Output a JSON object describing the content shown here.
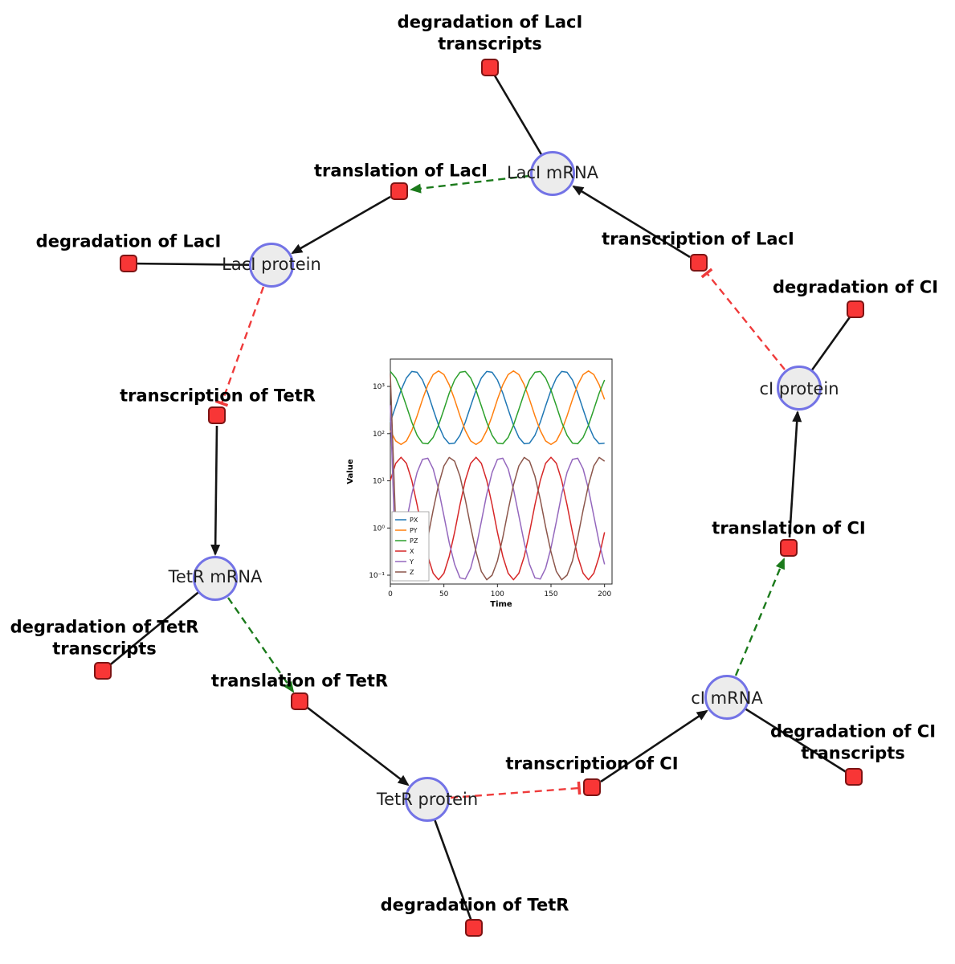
{
  "diagram": {
    "species": [
      {
        "id": "laci-mrna",
        "label": "LacI mRNA"
      },
      {
        "id": "laci-protein",
        "label": "LacI protein"
      },
      {
        "id": "tetr-mrna",
        "label": "TetR mRNA"
      },
      {
        "id": "tetr-protein",
        "label": "TetR protein"
      },
      {
        "id": "ci-mrna",
        "label": "cI mRNA"
      },
      {
        "id": "ci-protein",
        "label": "cI protein"
      }
    ],
    "reactions": [
      {
        "id": "deg-laci-transcripts",
        "label": "degradation of LacI transcripts"
      },
      {
        "id": "translation-laci",
        "label": "translation of LacI"
      },
      {
        "id": "transcription-laci",
        "label": "transcription of LacI"
      },
      {
        "id": "deg-laci",
        "label": "degradation of LacI"
      },
      {
        "id": "transcription-tetr",
        "label": "transcription of TetR"
      },
      {
        "id": "deg-ci",
        "label": "degradation of CI"
      },
      {
        "id": "translation-ci",
        "label": "translation of CI"
      },
      {
        "id": "deg-tetr-transcripts",
        "label": "degradation of TetR transcripts"
      },
      {
        "id": "translation-tetr",
        "label": "translation of TetR"
      },
      {
        "id": "transcription-ci",
        "label": "transcription of CI"
      },
      {
        "id": "deg-ci-transcripts",
        "label": "degradation of CI transcripts"
      },
      {
        "id": "deg-tetr",
        "label": "degradation of TetR"
      }
    ],
    "edge_colors": {
      "production": "#141414",
      "modifier": "#1b7a1b",
      "inhibition": "#ef3b3b"
    },
    "node_colors": {
      "species_fill": "#ececec",
      "species_border": "#7373e6",
      "reaction_fill": "#f83636",
      "reaction_border": "#7d1414"
    }
  },
  "chart_data": {
    "type": "line",
    "title": "",
    "xlabel": "Time",
    "ylabel": "Value",
    "x_scale": "linear",
    "y_scale": "log",
    "xlim": [
      0,
      207
    ],
    "ylim": [
      0.065,
      3800
    ],
    "xticks": [
      0,
      50,
      100,
      150,
      200
    ],
    "yticks": [
      0.1,
      1,
      10,
      100,
      1000
    ],
    "ytick_labels": [
      "10⁻¹",
      "10⁰",
      "10¹",
      "10²",
      "10³"
    ],
    "legend_position": "lower left",
    "grid": false,
    "t": [
      0,
      5,
      10,
      15,
      20,
      25,
      30,
      35,
      40,
      45,
      50,
      55,
      60,
      65,
      70,
      75,
      80,
      85,
      90,
      95,
      100,
      105,
      110,
      115,
      120,
      125,
      130,
      135,
      140,
      145,
      150,
      155,
      160,
      165,
      170,
      175,
      180,
      185,
      190,
      195,
      200
    ],
    "series": [
      {
        "name": "PX",
        "color": "#1f77b4",
        "values": [
          175,
          385,
          832,
          1513,
          2075,
          2000,
          1372,
          720,
          327,
          151,
          83,
          61,
          63,
          92,
          175,
          385,
          832,
          1513,
          2075,
          2000,
          1372,
          720,
          327,
          151,
          83,
          61,
          63,
          92,
          175,
          385,
          832,
          1513,
          2075,
          2000,
          1372,
          720,
          327,
          151,
          83,
          61,
          63
        ]
      },
      {
        "name": "PY",
        "color": "#ff7f0e",
        "values": [
          116,
          70,
          59,
          70,
          116,
          238,
          530,
          1086,
          1790,
          2138,
          1790,
          1086,
          530,
          238,
          116,
          70,
          59,
          70,
          116,
          238,
          530,
          1086,
          1790,
          2138,
          1790,
          1086,
          530,
          238,
          116,
          70,
          59,
          70,
          116,
          238,
          530,
          1086,
          1790,
          2138,
          1790,
          1086,
          530
        ]
      },
      {
        "name": "PZ",
        "color": "#2ca02c",
        "values": [
          2075,
          1513,
          832,
          385,
          175,
          92,
          63,
          61,
          83,
          151,
          327,
          720,
          1372,
          2000,
          2075,
          1513,
          832,
          385,
          175,
          92,
          63,
          61,
          83,
          151,
          327,
          720,
          1372,
          2000,
          2075,
          1513,
          832,
          385,
          175,
          92,
          63,
          61,
          83,
          151,
          327,
          720,
          1372
        ]
      },
      {
        "name": "X",
        "color": "#d62728",
        "values": [
          10.2,
          23.5,
          31.6,
          23.5,
          10.2,
          3.1,
          0.81,
          0.25,
          0.11,
          0.08,
          0.11,
          0.25,
          0.81,
          3.1,
          10.2,
          23.5,
          31.6,
          23.5,
          10.2,
          3.1,
          0.81,
          0.25,
          0.11,
          0.08,
          0.11,
          0.25,
          0.81,
          3.1,
          10.2,
          23.5,
          31.6,
          23.5,
          10.2,
          3.1,
          0.81,
          0.25,
          0.11,
          0.08,
          0.11,
          0.25,
          0.81
        ]
      },
      {
        "name": "Y",
        "color": "#9467bd",
        "values": [
          400,
          0.14,
          0.38,
          1.38,
          5.2,
          15.1,
          28.4,
          30.1,
          17.9,
          6.6,
          1.81,
          0.49,
          0.17,
          0.088,
          0.083,
          0.14,
          0.38,
          1.38,
          5.2,
          15.1,
          28.4,
          30.1,
          17.9,
          6.6,
          1.81,
          0.49,
          0.17,
          0.088,
          0.083,
          0.14,
          0.38,
          1.38,
          5.2,
          15.1,
          28.4,
          30.1,
          17.9,
          6.6,
          1.81,
          0.49,
          0.17
        ]
      },
      {
        "name": "Z",
        "color": "#8c564b",
        "values": [
          1800,
          1.06,
          0.31,
          0.12,
          0.08,
          0.1,
          0.2,
          0.63,
          2.4,
          8.2,
          20.7,
          31.3,
          26.1,
          12.5,
          4,
          1.06,
          0.31,
          0.12,
          0.08,
          0.1,
          0.2,
          0.63,
          2.4,
          8.2,
          20.7,
          31.3,
          26.1,
          12.5,
          4,
          1.06,
          0.31,
          0.12,
          0.08,
          0.1,
          0.2,
          0.63,
          2.4,
          8.2,
          20.7,
          31.3,
          26.1
        ]
      }
    ]
  }
}
